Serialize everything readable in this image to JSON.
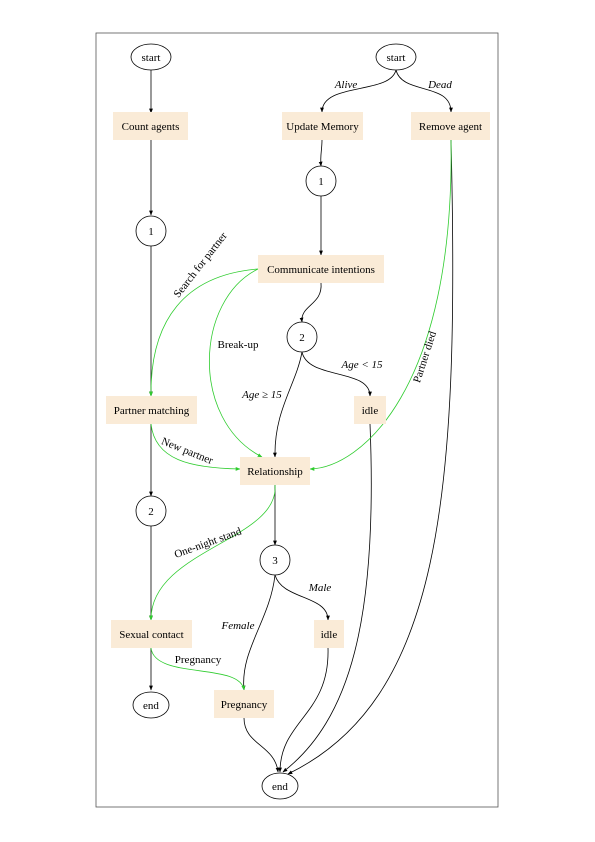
{
  "nodes": {
    "start_left": "start",
    "count_agents": "Count agents",
    "junction_left_1": "1",
    "partner_matching": "Partner matching",
    "junction_left_2": "2",
    "sexual_contact": "Sexual contact",
    "end_left": "end",
    "start_right": "start",
    "update_memory": "Update Memory",
    "remove_agent": "Remove agent",
    "junction_right_1": "1",
    "communicate_intentions": "Communicate intentions",
    "junction_right_2": "2",
    "idle_age": "idle",
    "relationship": "Relationship",
    "junction_right_3": "3",
    "idle_male": "idle",
    "pregnancy": "Pregnancy",
    "end_right": "end"
  },
  "edge_labels": {
    "alive": "Alive",
    "dead": "Dead",
    "search_for_partner": "Search for partner",
    "break_up": "Break-up",
    "age_ge_15": "Age ≥ 15",
    "age_lt_15": "Age < 15",
    "partner_died": "Partner died",
    "new_partner": "New partner",
    "one_night_stand": "One-night stand",
    "female": "Female",
    "male": "Male",
    "pregnancy_edge": "Pregnancy"
  },
  "colors": {
    "box_fill": "#faebd7",
    "green_edge": "#2ecc2e",
    "black_edge": "#000000"
  }
}
